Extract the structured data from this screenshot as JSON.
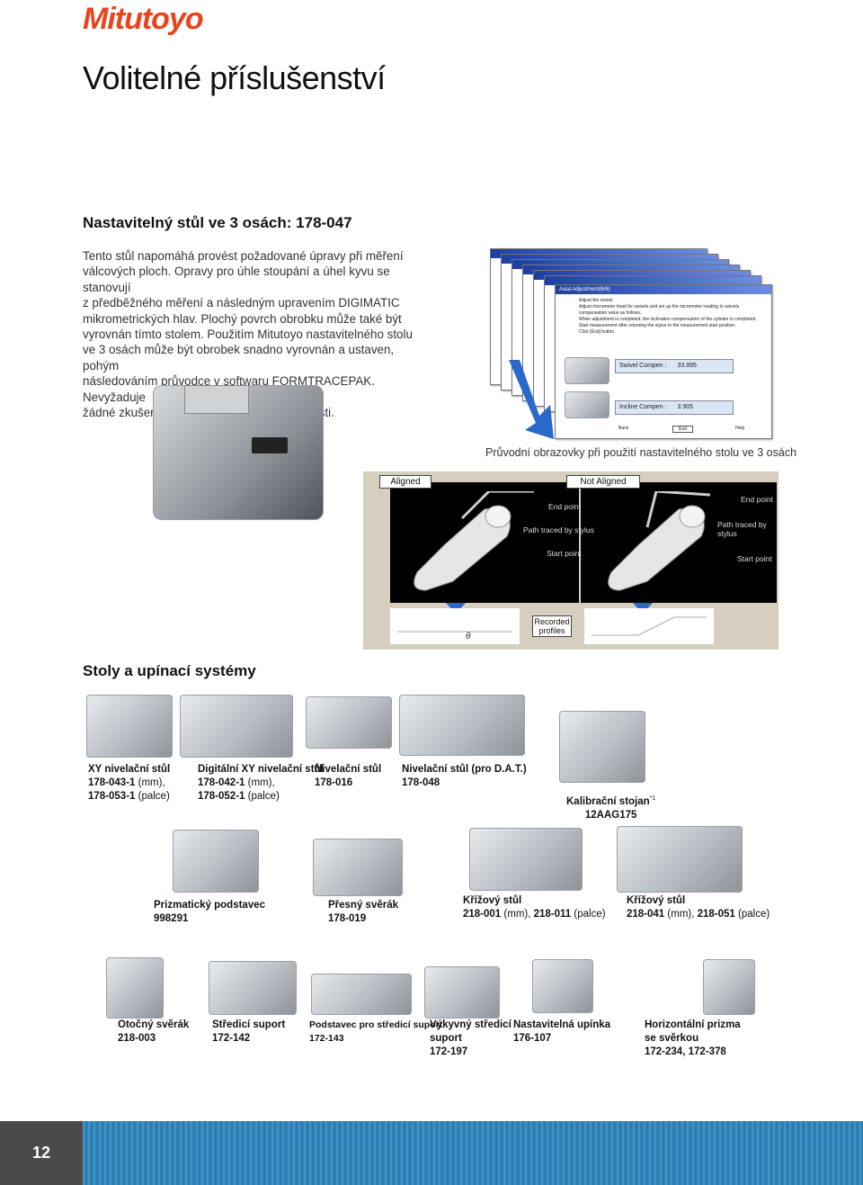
{
  "brand": {
    "logo": "Mitutoyo"
  },
  "page": {
    "title": "Volitelné příslušenství",
    "number": "12"
  },
  "section1": {
    "title": "Nastavitelný stůl ve 3 osách: 178-047",
    "lines": [
      "Tento stůl napomáhá provést požadované úpravy při měření",
      "válcových ploch. Opravy pro úhle stoupání a úhel kyvu se stanovují",
      "z předběžného měření a následným upravením DIGIMATIC",
      "mikrometrických hlav. Plochý povrch obrobku může také být",
      "vyrovnán tímto stolem. Použitím Mitutoyo nastavitelného stolu",
      "ve 3 osách může být obrobek snadno vyrovnán a ustaven, pohým",
      "následováním průvodce v softwaru FORMTRACEPAK. Nevyžaduje",
      "žádné zkušenosti ani zvláštní odborné znalosti."
    ],
    "screens_caption": "Průvodní obrazovky při použití nastavitelného stolu ve 3 osách",
    "window_title": "Axial Adjustment(6/6)",
    "window_text": [
      "Adjust the swivel.",
      "Adjust micrometer head for swivels and set up the micrometer reading to swivels compensation value as follows.",
      "When adjustment is completed, the inclination compensation of the cylinder is completed.",
      "Start measurement after returning the stylus to the measurement start position.",
      "Click [End] button."
    ],
    "swivel_label": "Swivel Compen :",
    "swivel_value": "33.995",
    "incline_label": "Incline Compen :",
    "incline_value": "3.905",
    "buttons": [
      "Back",
      "End",
      "Help"
    ]
  },
  "diagram": {
    "aligned": "Aligned",
    "not_aligned": "Not Aligned",
    "end_point": "End point",
    "start_point": "Start point",
    "path": "Path traced by stylus",
    "recorded": "Recorded profiles",
    "theta": "θ"
  },
  "section2": {
    "title": "Stoly a upínací systémy"
  },
  "products_row1": [
    {
      "name": "XY nivelační stůl",
      "l1b": "178-043-1",
      "l1n": " (mm),",
      "l2b": "178-053-1",
      "l2n": " (palce)"
    },
    {
      "name": "Digitální XY nivelační stůl",
      "l1b": "178-042-1",
      "l1n": " (mm),",
      "l2b": "178-052-1",
      "l2n": " (palce)"
    },
    {
      "name": "Nivelační stůl",
      "l1b": "178-016"
    },
    {
      "name": "Nivelační stůl (pro D.A.T.)",
      "l1b": "178-048"
    },
    {
      "name": "Kalibrační stojan",
      "sup": "*1",
      "l1b": "12AAG175"
    }
  ],
  "products_row2": [
    {
      "name": "Prizmatický podstavec",
      "l1b": "998291"
    },
    {
      "name": "Přesný svěrák",
      "l1b": "178-019"
    },
    {
      "name": "Křížový stůl",
      "l1b": "218-001",
      "l1n": " (mm), ",
      "l1b2": "218-011",
      "l1n2": " (palce)"
    },
    {
      "name": "Křížový stůl",
      "l1b": "218-041",
      "l1n": " (mm), ",
      "l1b2": "218-051",
      "l1n2": " (palce)"
    }
  ],
  "products_row3": [
    {
      "name": "Otočný svěrák",
      "l1b": "218-003"
    },
    {
      "name": "Středicí suport",
      "l1b": "172-142"
    },
    {
      "name": "Podstavec pro středicí suport",
      "l1b": "172-143"
    },
    {
      "name": "Výkyvný středicí",
      "name2": "suport",
      "l1b": "172-197"
    },
    {
      "name": "Nastavitelná upínka",
      "l1b": "176-107"
    },
    {
      "name": "Horizontální prizma",
      "name2": "se svěrkou",
      "l1b": "172-234, 172-378"
    }
  ]
}
